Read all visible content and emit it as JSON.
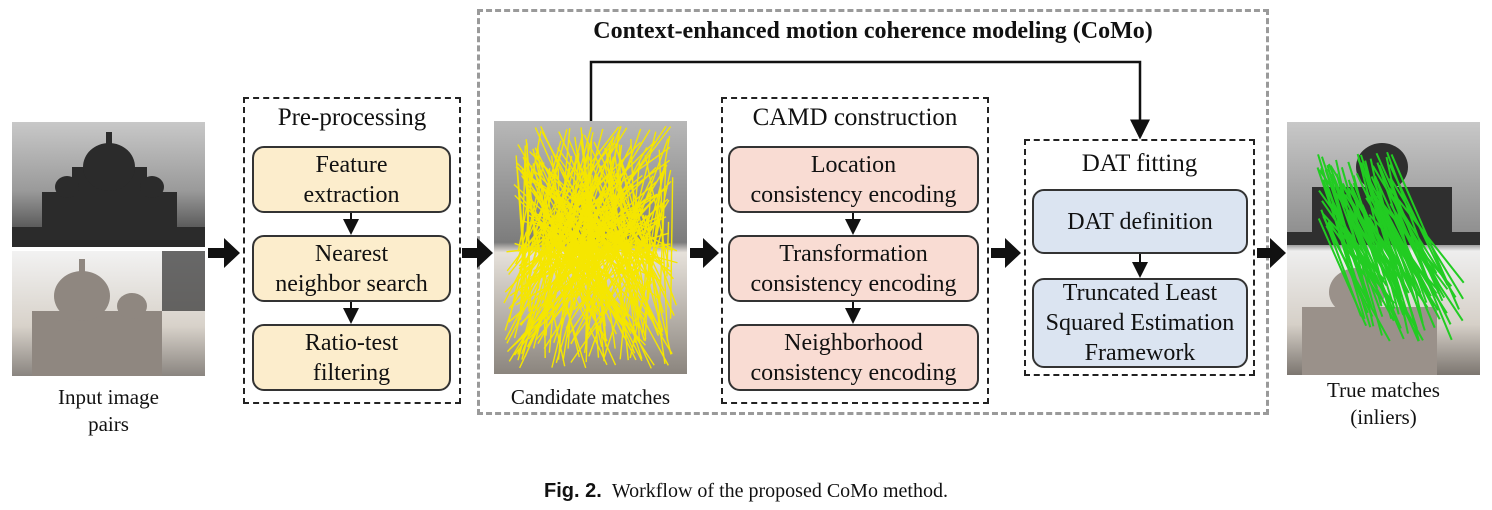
{
  "como": {
    "title": "Context-enhanced motion coherence modeling (CoMo)"
  },
  "input": {
    "label": "Input image\npairs"
  },
  "preprocessing": {
    "title": "Pre-processing",
    "steps": [
      "Feature\nextraction",
      "Nearest\nneighbor search",
      "Ratio-test\nfiltering"
    ]
  },
  "candidate": {
    "label": "Candidate matches"
  },
  "camd": {
    "title": "CAMD construction",
    "steps": [
      "Location\nconsistency encoding",
      "Transformation\nconsistency encoding",
      "Neighborhood\nconsistency encoding"
    ]
  },
  "dat": {
    "title": "DAT fitting",
    "steps": [
      "DAT definition",
      "Truncated Least\nSquared Estimation\nFramework"
    ]
  },
  "output": {
    "label": "True matches\n(inliers)"
  },
  "caption": {
    "prefix": "Fig. 2.",
    "text": "Workflow of the proposed CoMo method."
  },
  "colors": {
    "preprocessing_fill": "#fcedcc",
    "camd_fill": "#f9dcd3",
    "dat_fill": "#dbe4f1",
    "candidate_lines": "#f5e600",
    "inlier_lines": "#22cc22"
  }
}
